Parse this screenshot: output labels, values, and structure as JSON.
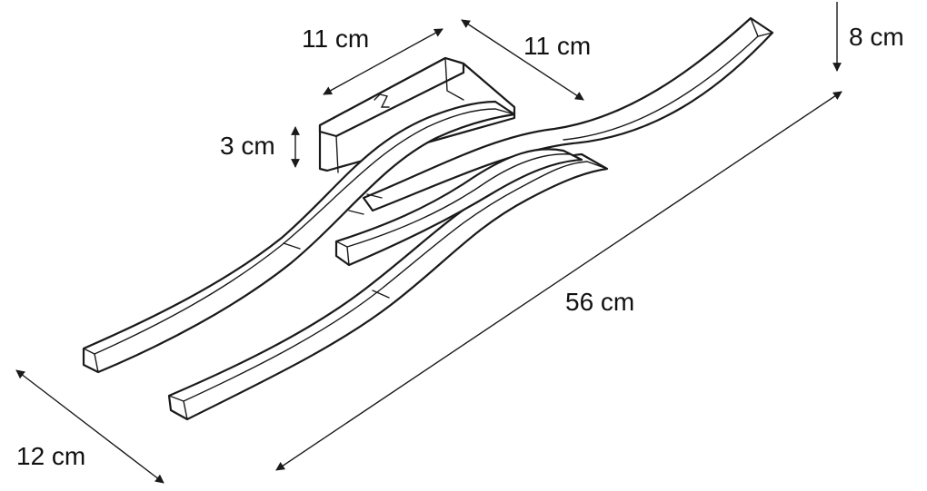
{
  "dimensions": {
    "mount_width": "11 cm",
    "mount_depth": "11 cm",
    "mount_height": "3 cm",
    "total_height": "8 cm",
    "total_length": "56 cm",
    "total_width": "12 cm"
  }
}
